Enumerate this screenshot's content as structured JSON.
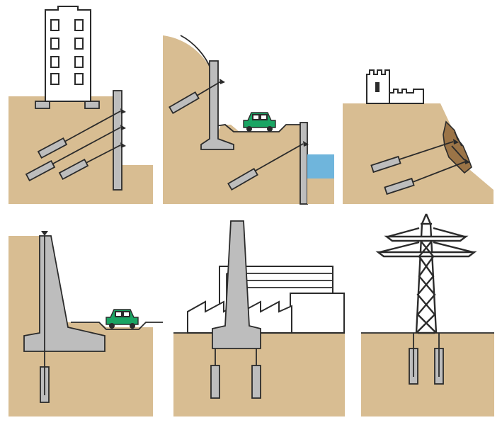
{
  "colors": {
    "soil": "#d8bd92",
    "soil_dark": "#9b7447",
    "concrete": "#bdbdbd",
    "outline": "#2b2b2b",
    "water": "#6fb5dc",
    "car": "#1aa563",
    "white": "#ffffff",
    "background": "#ffffff"
  },
  "panels": [
    {
      "id": "building-anchored-wall",
      "icons": [
        "building-icon",
        "retaining-wall-icon",
        "ground-anchor-icon"
      ]
    },
    {
      "id": "road-hillside-anchors",
      "icons": [
        "car-icon",
        "retaining-wall-icon",
        "water-icon",
        "ground-anchor-icon"
      ]
    },
    {
      "id": "castle-slope-anchors",
      "icons": [
        "castle-icon",
        "rock-slope-icon",
        "ground-anchor-icon"
      ]
    },
    {
      "id": "cantilever-wall-tension-piles",
      "icons": [
        "car-icon",
        "retaining-wall-icon",
        "tension-pile-icon"
      ]
    },
    {
      "id": "chimney-foundation-piles",
      "icons": [
        "factory-icon",
        "chimney-icon",
        "tension-pile-icon"
      ]
    },
    {
      "id": "transmission-tower-piles",
      "icons": [
        "pylon-icon",
        "tension-pile-icon"
      ]
    }
  ]
}
